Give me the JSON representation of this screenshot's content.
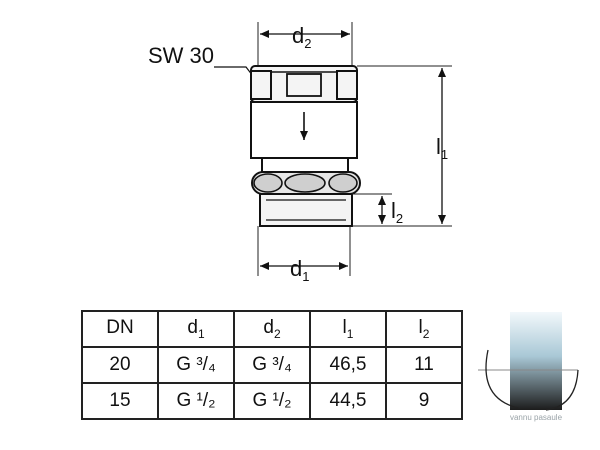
{
  "drawing": {
    "nut_label": "SW 30",
    "dim_d2": {
      "base": "d",
      "sub": "2"
    },
    "dim_d1": {
      "base": "d",
      "sub": "1"
    },
    "dim_l1": {
      "base": "l",
      "sub": "1"
    },
    "dim_l2": {
      "base": "l",
      "sub": "2"
    }
  },
  "table": {
    "headers": [
      {
        "base": "DN",
        "sub": ""
      },
      {
        "base": "d",
        "sub": "1"
      },
      {
        "base": "d",
        "sub": "2"
      },
      {
        "base": "l",
        "sub": "1"
      },
      {
        "base": "l",
        "sub": "2"
      }
    ],
    "rows": [
      [
        "20",
        "G ³/₄",
        "G ³/₄",
        "46,5",
        "11"
      ],
      [
        "15",
        "G ¹/₂",
        "G ¹/₂",
        "44,5",
        "9"
      ]
    ]
  },
  "logo": {
    "text": "vannu pasaule"
  }
}
